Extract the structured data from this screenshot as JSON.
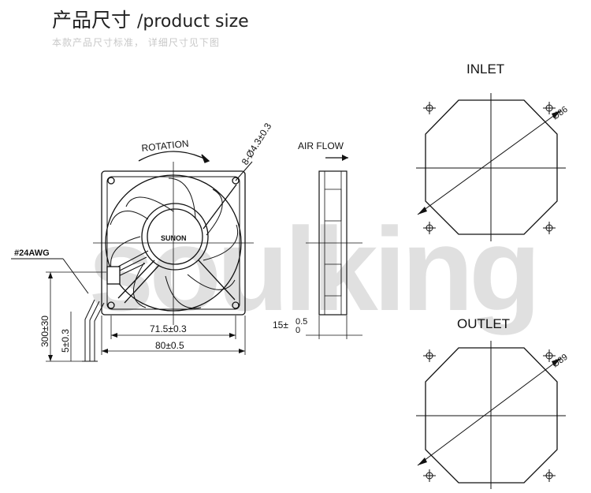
{
  "header": {
    "title_cn": "产品尺寸",
    "title_en": "/product size",
    "subtitle": "本款产品尺寸标准，  详细尺寸见下图"
  },
  "watermark": "soulking",
  "front_view": {
    "rotation_label": "ROTATION",
    "hole_label": "8-Ø4.3±0.3",
    "hub_label": "SUNON",
    "wire_label": "#24AWG",
    "dim_inner": "71.5±0.3",
    "dim_outer": "80±0.5",
    "dim_lead": "300±30",
    "dim_strip": "5±0.3"
  },
  "side_view": {
    "airflow_label": "AIR FLOW",
    "thickness_main": "15±",
    "thickness_top": "0.5",
    "thickness_bottom": "0"
  },
  "inlet": {
    "label": "INLET",
    "diameter": "Ø86"
  },
  "outlet": {
    "label": "OUTLET",
    "diameter": "Ø89"
  },
  "colors": {
    "line": "#111111",
    "watermark": "#d9d9d9",
    "subtitle": "#c8c8c8"
  }
}
